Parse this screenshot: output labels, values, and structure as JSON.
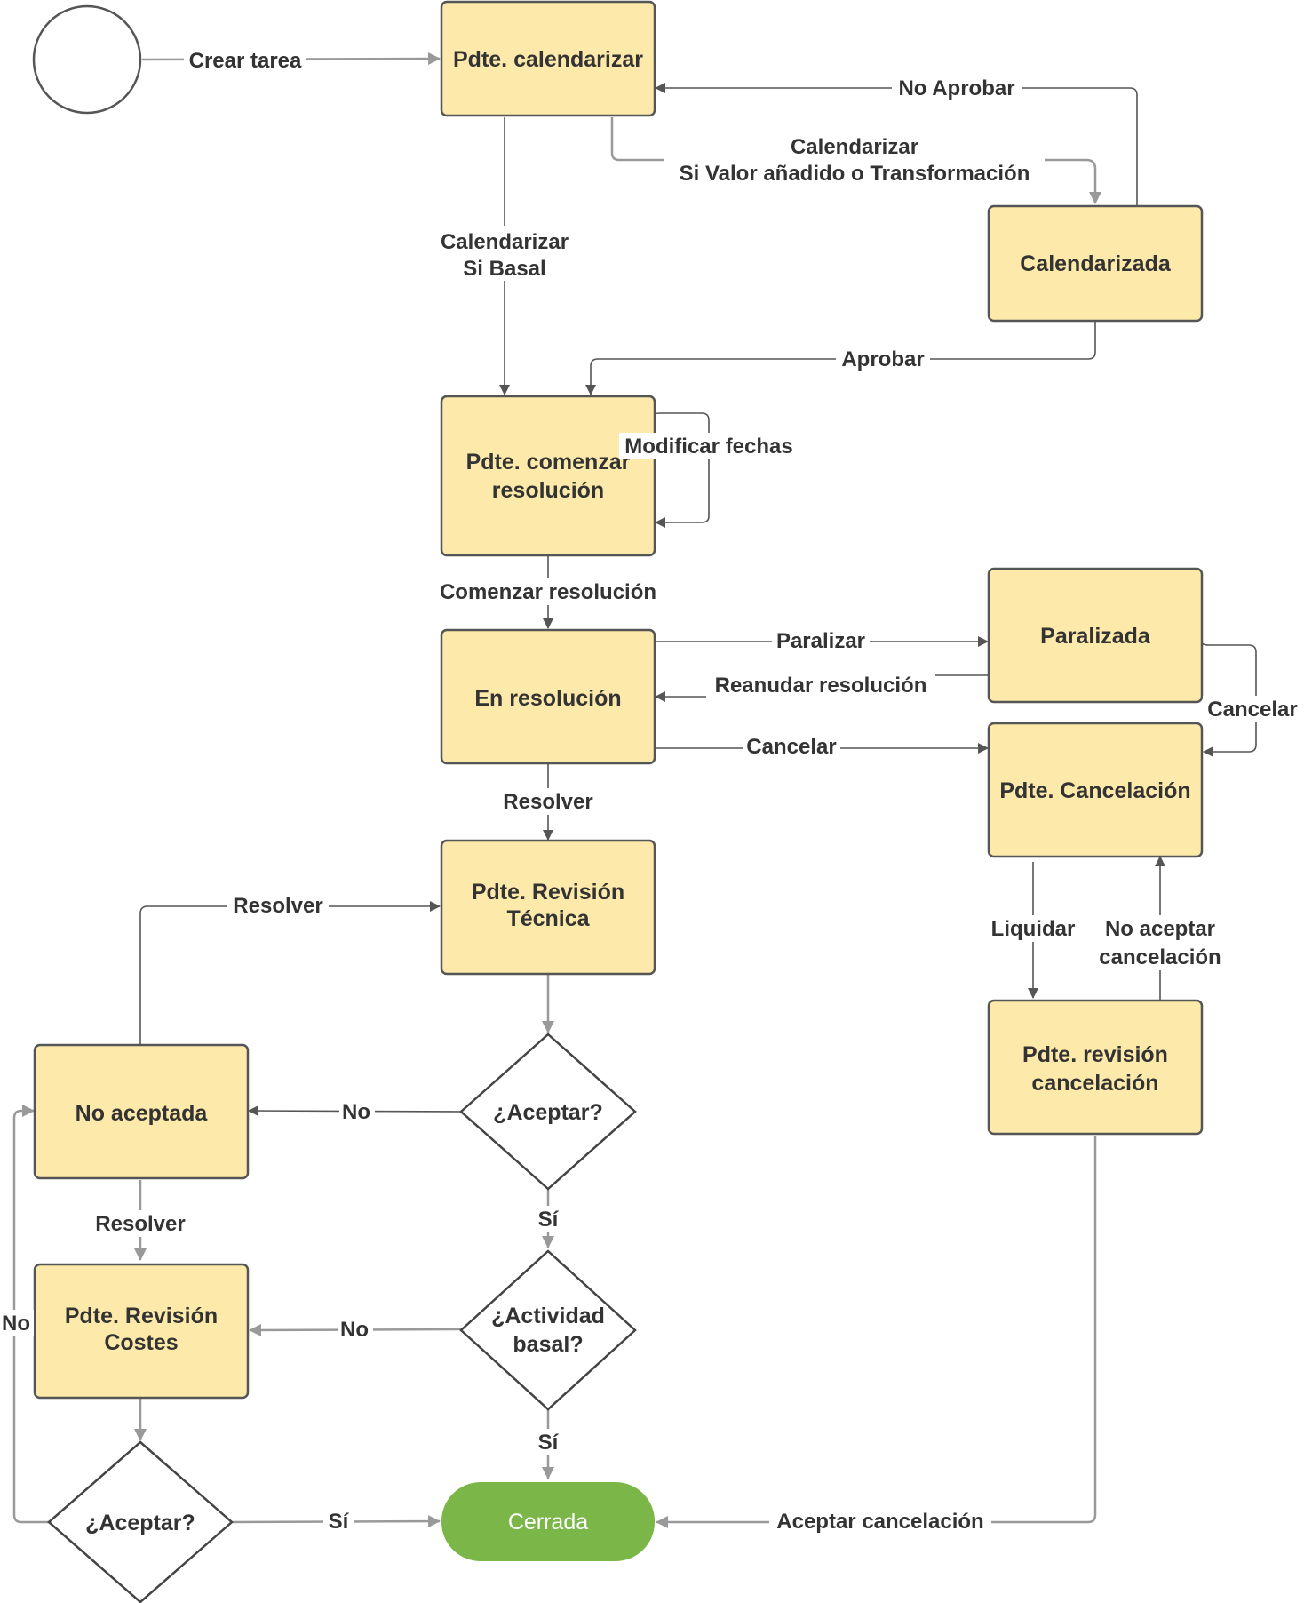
{
  "colors": {
    "state_fill": "#fde9a9",
    "state_border": "#555555",
    "end_fill": "#7ab648",
    "text": "#333333"
  },
  "nodes": {
    "start": "",
    "pdte_calendarizar": "Pdte. calendarizar",
    "calendarizada": "Calendarizada",
    "pdte_comenzar": [
      "Pdte. comenzar",
      "resolución"
    ],
    "en_resolucion": "En resolución",
    "paralizada": "Paralizada",
    "pdte_cancelacion": "Pdte. Cancelación",
    "pdte_revision_tecnica": [
      "Pdte. Revisión",
      "Técnica"
    ],
    "pdte_revision_cancelacion": [
      "Pdte. revisión",
      "cancelación"
    ],
    "no_aceptada": "No aceptada",
    "aceptar_1": "¿Aceptar?",
    "actividad_basal": [
      "¿Actividad",
      "basal?"
    ],
    "pdte_revision_costes": [
      "Pdte. Revisión",
      "Costes"
    ],
    "aceptar_2": "¿Aceptar?",
    "cerrada": "Cerrada"
  },
  "edges": {
    "crear_tarea": "Crear tarea",
    "no_aprobar": "No Aprobar",
    "calendarizar_va": [
      "Calendarizar",
      "Si Valor añadido o Transformación"
    ],
    "calendarizar_basal": [
      "Calendarizar",
      "Si Basal"
    ],
    "aprobar": "Aprobar",
    "modificar_fechas": "Modificar fechas",
    "comenzar_resolucion": "Comenzar resolución",
    "paralizar": "Paralizar",
    "reanudar_resolucion": "Reanudar resolución",
    "cancelar_1": "Cancelar",
    "cancelar_2": "Cancelar",
    "resolver_1": "Resolver",
    "resolver_2": "Resolver",
    "resolver_3": "Resolver",
    "liquidar": "Liquidar",
    "no_aceptar_cancelacion": [
      "No aceptar",
      "cancelación"
    ],
    "no_1": "No",
    "si_1": "Sí",
    "no_2": "No",
    "si_2": "Sí",
    "no_3": "No",
    "si_3": "Sí",
    "aceptar_cancelacion": "Aceptar cancelación"
  }
}
